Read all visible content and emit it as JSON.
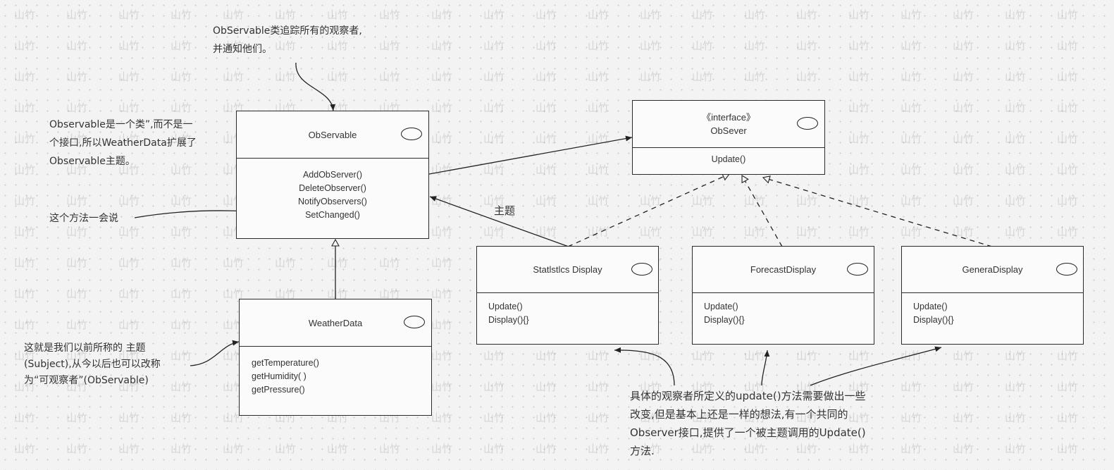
{
  "watermark": "山竹",
  "classes": {
    "observable": {
      "name": "ObServable",
      "methods": [
        "AddObServer()",
        "DeleteObserver()",
        "NotifyObservers()",
        "SetChanged()"
      ]
    },
    "observer_interface": {
      "stereotype": "《interface》",
      "name": "ObSever",
      "methods": [
        "Update()"
      ]
    },
    "weather_data": {
      "name": "WeatherData",
      "methods": [
        "getTemperature()",
        "getHumidity( )",
        "getPressure()"
      ]
    },
    "statistics_display": {
      "name": "Statlstlcs Display",
      "methods": [
        "Update()",
        "Display(){}"
      ]
    },
    "forecast_display": {
      "name": "ForecastDisplay",
      "methods": [
        "Update()",
        "Display(){}"
      ]
    },
    "general_display": {
      "name": "GeneraDisplay",
      "methods": [
        "Update()",
        "Display(){}"
      ]
    }
  },
  "notes": {
    "observable_tracks": [
      "ObServable类追踪所有的观察者,",
      "并通知他们。"
    ],
    "observable_is_class": [
      "Observable是一个类”,而不是一",
      "个接口,所以WeatherData扩展了",
      "Observable主题。"
    ],
    "method_later": "这个方法一会说",
    "subject_note": [
      "这就是我们以前所称的 主题",
      "(Subject),从今以后也可以改称",
      "为“可观察者”(ObServable)"
    ],
    "subject_label": "主题",
    "concrete_observers": [
      "具体的观察者所定义的update()方法需要做出一些",
      "改变,但是基本上还是一样的想法,有一个共同的",
      "Observer接口,提供了一个被主题调用的Update()",
      "方法."
    ]
  }
}
